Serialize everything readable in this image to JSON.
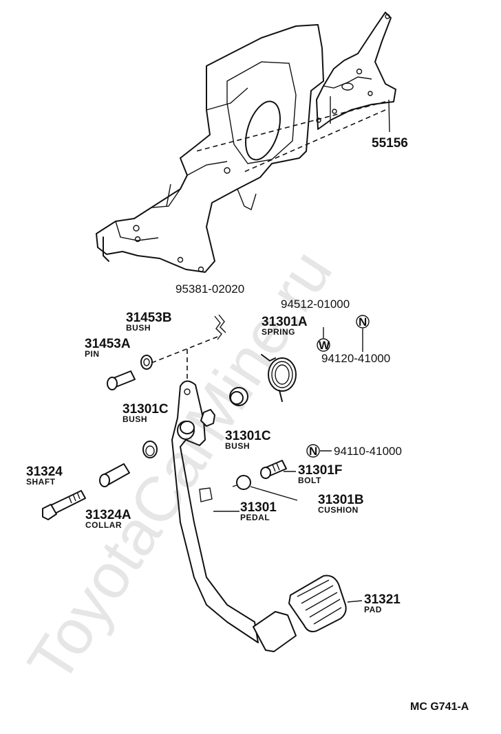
{
  "watermark": "ToyotaCarMine.ru",
  "diagram_code": "MC G741-A",
  "symbols": {
    "n_mark": "N",
    "w_mark": "W"
  },
  "parts": [
    {
      "id": "p55156",
      "number": "55156",
      "name": ""
    },
    {
      "id": "p95381",
      "number": "95381-02020",
      "name": ""
    },
    {
      "id": "p94512",
      "number": "94512-01000",
      "name": ""
    },
    {
      "id": "p31453B",
      "number": "31453B",
      "name": "BUSH"
    },
    {
      "id": "p31301A",
      "number": "31301A",
      "name": "SPRING"
    },
    {
      "id": "p31453A",
      "number": "31453A",
      "name": "PIN"
    },
    {
      "id": "p94120",
      "number": "94120-41000",
      "name": ""
    },
    {
      "id": "p31301C_top",
      "number": "31301C",
      "name": "BUSH"
    },
    {
      "id": "p31301C_mid",
      "number": "31301C",
      "name": "BUSH"
    },
    {
      "id": "p94110",
      "number": "94110-41000",
      "name": ""
    },
    {
      "id": "p31324",
      "number": "31324",
      "name": "SHAFT"
    },
    {
      "id": "p31301F",
      "number": "31301F",
      "name": "BOLT"
    },
    {
      "id": "p31301B",
      "number": "31301B",
      "name": "CUSHION"
    },
    {
      "id": "p31324A",
      "number": "31324A",
      "name": "COLLAR"
    },
    {
      "id": "p31301",
      "number": "31301",
      "name": "PEDAL"
    },
    {
      "id": "p31321",
      "number": "31321",
      "name": "PAD"
    }
  ]
}
